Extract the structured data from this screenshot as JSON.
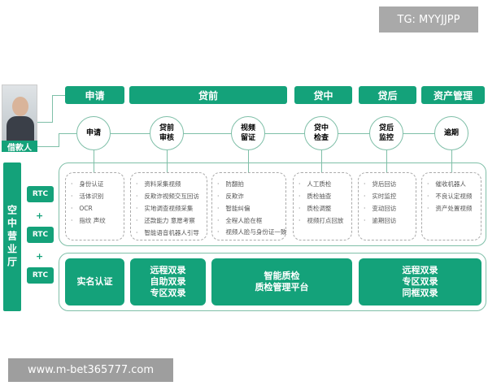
{
  "watermark_top": "TG: MYYJJPP",
  "watermark_bottom": "www.m-bet365777.com",
  "borrower_label": "借款人",
  "stages": [
    "申请",
    "贷前",
    "贷中",
    "贷后",
    "资产管理"
  ],
  "steps": [
    "申请",
    "贷前\n审核",
    "视频\n留证",
    "贷中\n检查",
    "贷后\n监控",
    "逾期"
  ],
  "features": [
    [
      "身份认证",
      "活体识别",
      "OCR",
      "指纹 声纹"
    ],
    [
      "资料采集视频",
      "反欺诈视频交互回访",
      "实地调查视频采集",
      "还款能力 意愿考察",
      "智能语音机器人引导"
    ],
    [
      "防翻拍",
      "反欺诈",
      "智能纠偏",
      "全程人脸在框",
      "视频人脸与身份证一致"
    ],
    [
      "人工质检",
      "质检抽查",
      "质检调整",
      "视频打点回放"
    ],
    [
      "贷后回访",
      "实时监控",
      "变动回访",
      "逾期回访"
    ],
    [
      "催收机器人",
      "不良认定视频",
      "资产处置视频"
    ]
  ],
  "side_label": "空中营业厅",
  "rtc": [
    "RTC",
    "RTC",
    "RTC"
  ],
  "plus": "+",
  "solutions": [
    "实名认证",
    "远程双录\n自助双录\n专区双录",
    "智能质检\n质检管理平台",
    "远程双录\n专区双录\n同框双录"
  ],
  "colors": {
    "accent": "#14a27a"
  }
}
